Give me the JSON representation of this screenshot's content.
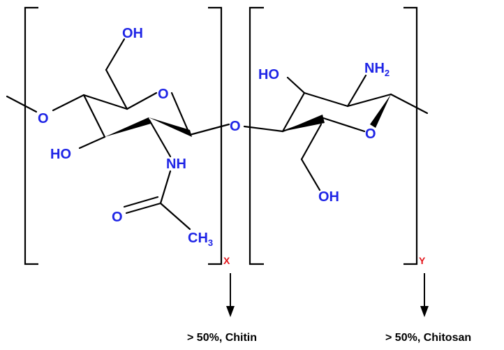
{
  "colors": {
    "bond": "#000000",
    "atom": "#1f25e6",
    "index": "#e3151b",
    "caption": "#000000"
  },
  "atoms": {
    "oh_top": "OH",
    "o_ring_left": "O",
    "o_link_left": "O",
    "ho_left": "HO",
    "nh": "NH",
    "o_carbonyl": "O",
    "ch": "CH",
    "ch_sub": "3",
    "o_glycosidic": "O",
    "ho_right": "HO",
    "nh2": "NH",
    "nh2_sub": "2",
    "o_ring_right": "O",
    "oh_bottom": "OH"
  },
  "indices": {
    "x": "X",
    "y": "Y"
  },
  "captions": {
    "chitin": "> 50%, Chitin",
    "chitosan": "> 50%, Chitosan"
  }
}
